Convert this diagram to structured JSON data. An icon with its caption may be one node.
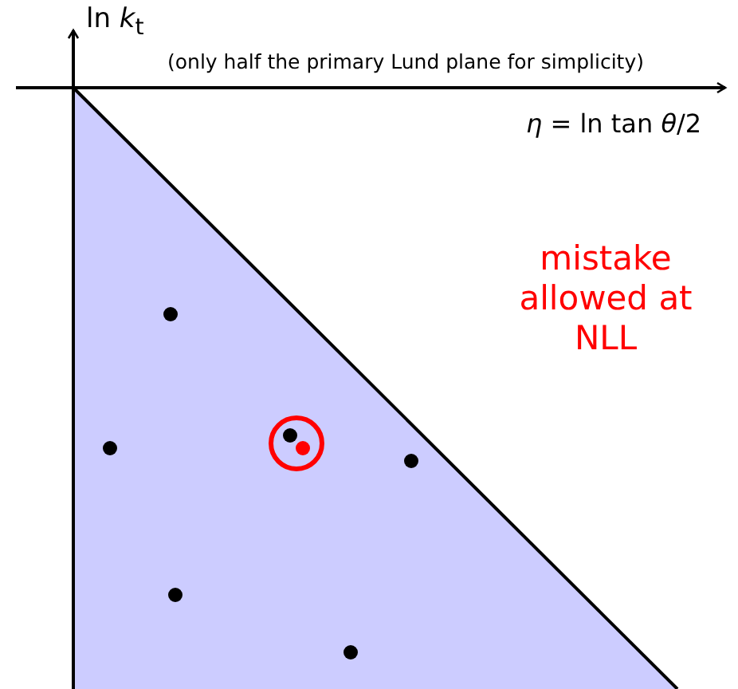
{
  "diagram": {
    "labels": [
      "ln *k*$_{t}$",
      "(only half the primary Lund plane for simplicity)",
      "*η* = ln tan *θ*/2",
      "mistake allowed at NLL"
    ]
  }
}
